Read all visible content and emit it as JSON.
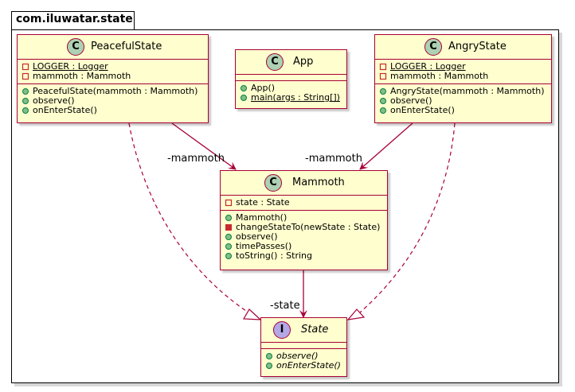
{
  "package": {
    "name": "com.iluwatar.state"
  },
  "classes": {
    "peaceful": {
      "name": "PeacefulState",
      "attributes": [
        {
          "vis": "private",
          "text": "LOGGER : Logger",
          "static": true
        },
        {
          "vis": "private",
          "text": "mammoth : Mammoth",
          "static": false
        }
      ],
      "methods": [
        {
          "vis": "public",
          "text": "PeacefulState(mammoth : Mammoth)"
        },
        {
          "vis": "public",
          "text": "observe()"
        },
        {
          "vis": "public",
          "text": "onEnterState()"
        }
      ]
    },
    "app": {
      "name": "App",
      "methods": [
        {
          "vis": "public",
          "text": "App()"
        },
        {
          "vis": "public",
          "text": "main(args : String[])",
          "static": true
        }
      ]
    },
    "angry": {
      "name": "AngryState",
      "attributes": [
        {
          "vis": "private",
          "text": "LOGGER : Logger",
          "static": true
        },
        {
          "vis": "private",
          "text": "mammoth : Mammoth",
          "static": false
        }
      ],
      "methods": [
        {
          "vis": "public",
          "text": "AngryState(mammoth : Mammoth)"
        },
        {
          "vis": "public",
          "text": "observe()"
        },
        {
          "vis": "public",
          "text": "onEnterState()"
        }
      ]
    },
    "mammoth": {
      "name": "Mammoth",
      "attributes": [
        {
          "vis": "private",
          "text": "state : State"
        }
      ],
      "methods": [
        {
          "vis": "public",
          "text": "Mammoth()"
        },
        {
          "vis": "private",
          "text": "changeStateTo(newState : State)"
        },
        {
          "vis": "public",
          "text": "observe()"
        },
        {
          "vis": "public",
          "text": "timePasses()"
        },
        {
          "vis": "public",
          "text": "toString() : String"
        }
      ]
    },
    "state": {
      "name": "State",
      "methods": [
        {
          "vis": "public",
          "text": "observe()",
          "abstract": true
        },
        {
          "vis": "public",
          "text": "onEnterState()",
          "abstract": true
        }
      ]
    }
  },
  "badges": {
    "class": "C",
    "interface": "I"
  },
  "edge_labels": {
    "peaceful_mammoth": "-mammoth",
    "angry_mammoth": "-mammoth",
    "mammoth_state": "-state"
  },
  "colors": {
    "class_fill": "#FEFECE",
    "border": "#A80036",
    "class_badge": "#ADD1B2",
    "interface_badge": "#B4A7E5",
    "private_marker": "#C82930",
    "public_marker": "#038048"
  }
}
